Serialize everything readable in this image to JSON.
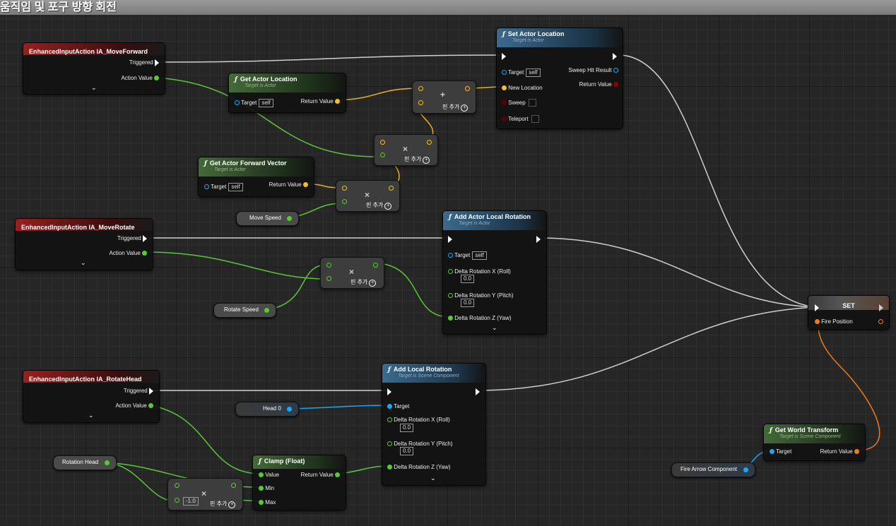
{
  "window": {
    "title": "움직임 및 포구 방향 회전"
  },
  "colors": {
    "exec": "#ffffff",
    "float": "#57c935",
    "vector": "#f0c020",
    "object": "#1aa7ec",
    "transform": "#f07b14",
    "bool": "#8c0000"
  },
  "add_pin_label": "핀 추가",
  "nodes": {
    "move_forward_event": {
      "title": "EnhancedInputAction IA_MoveForward",
      "triggered": "Triggered",
      "action_value": "Action Value"
    },
    "move_rotate_event": {
      "title": "EnhancedInputAction IA_MoveRotate",
      "triggered": "Triggered",
      "action_value": "Action Value"
    },
    "rotate_head_event": {
      "title": "EnhancedInputAction IA_RotateHead",
      "triggered": "Triggered",
      "action_value": "Action Value"
    },
    "get_actor_location": {
      "title": "Get Actor Location",
      "subtitle": "Target is Actor",
      "target": "Target",
      "self": "self",
      "return": "Return Value"
    },
    "get_actor_forward": {
      "title": "Get Actor Forward Vector",
      "subtitle": "Target is Actor",
      "target": "Target",
      "self": "self",
      "return": "Return Value"
    },
    "set_actor_location": {
      "title": "Set Actor Location",
      "subtitle": "Target is Actor",
      "target": "Target",
      "self": "self",
      "new_location": "New Location",
      "sweep": "Sweep",
      "teleport": "Teleport",
      "sweep_hit": "Sweep Hit Result",
      "return": "Return Value"
    },
    "add_actor_local_rotation": {
      "title": "Add Actor Local Rotation",
      "subtitle": "Target is Actor",
      "target": "Target",
      "self": "self",
      "roll": "Delta Rotation X (Roll)",
      "pitch": "Delta Rotation Y (Pitch)",
      "yaw": "Delta Rotation Z (Yaw)",
      "roll_val": "0.0",
      "pitch_val": "0.0"
    },
    "add_local_rotation": {
      "title": "Add Local Rotation",
      "subtitle": "Target is Scene Component",
      "target": "Target",
      "roll": "Delta Rotation X (Roll)",
      "pitch": "Delta Rotation Y (Pitch)",
      "yaw": "Delta Rotation Z (Yaw)",
      "roll_val": "0.0",
      "pitch_val": "0.0"
    },
    "clamp": {
      "title": "Clamp (Float)",
      "value": "Value",
      "min": "Min",
      "max": "Max",
      "return": "Return Value"
    },
    "set_node": {
      "title": "SET",
      "fire_position": "Fire Position"
    },
    "get_world_transform": {
      "title": "Get World Transform",
      "subtitle": "Target is Scene Component",
      "target": "Target",
      "return": "Return Value"
    },
    "multiply_neg": {
      "value": "-1.0"
    }
  },
  "variables": {
    "move_speed": "Move Speed",
    "rotate_speed": "Rotate Speed",
    "head0": "Head 0",
    "rotation_head": "Rotation Head",
    "fire_arrow": "Fire Arrow Component"
  },
  "ops": {
    "add": "+",
    "multiply": "×"
  }
}
